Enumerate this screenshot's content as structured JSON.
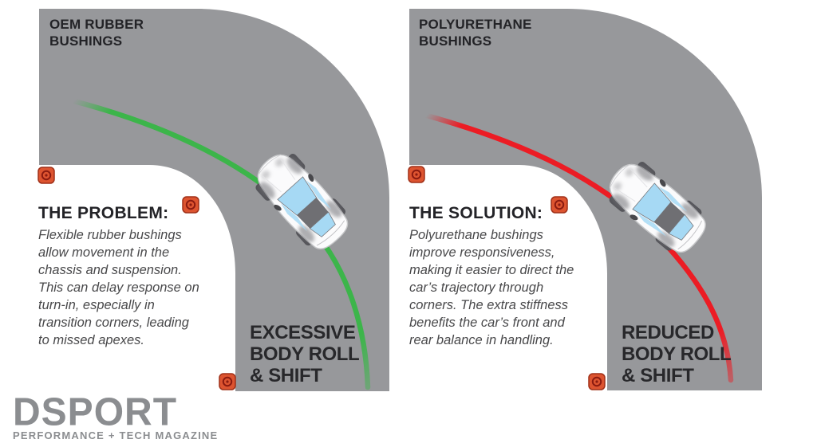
{
  "colors": {
    "road": "#97989b",
    "line_green": "#3cb54a",
    "line_red": "#ec1c24",
    "cone_orange": "#dd5430",
    "title_text": "#232327",
    "body_text": "#48484a",
    "logo_gray": "#8b8d90",
    "car_glass_blue": "#a6d9f4",
    "car_roof_gray": "#6f6f73"
  },
  "panels": [
    {
      "title_line1": "OEM RUBBER",
      "title_line2": "BUSHINGS",
      "heading": "THE PROBLEM:",
      "body": "Flexible rubber bushings allow movement in the chassis and suspension. This can delay response on turn-in, especially in transition corners, leading to missed apexes.",
      "label_line1": "EXCESSIVE",
      "label_line2": "BODY ROLL",
      "label_line3": "& SHIFT",
      "line_color": "#3cb54a"
    },
    {
      "title_line1": "POLYURETHANE",
      "title_line2": "BUSHINGS",
      "heading": "THE SOLUTION:",
      "body": "Polyurethane bushings improve responsiveness, making it easier to direct the car’s trajectory through corners. The extra stiffness benefits the car’s front and rear balance in handling.",
      "label_line1": "REDUCED",
      "label_line2": "BODY ROLL",
      "label_line3": "& SHIFT",
      "line_color": "#ec1c24"
    }
  ],
  "logo": {
    "name": "DSPORT",
    "tagline": "PERFORMANCE + TECH MAGAZINE"
  }
}
